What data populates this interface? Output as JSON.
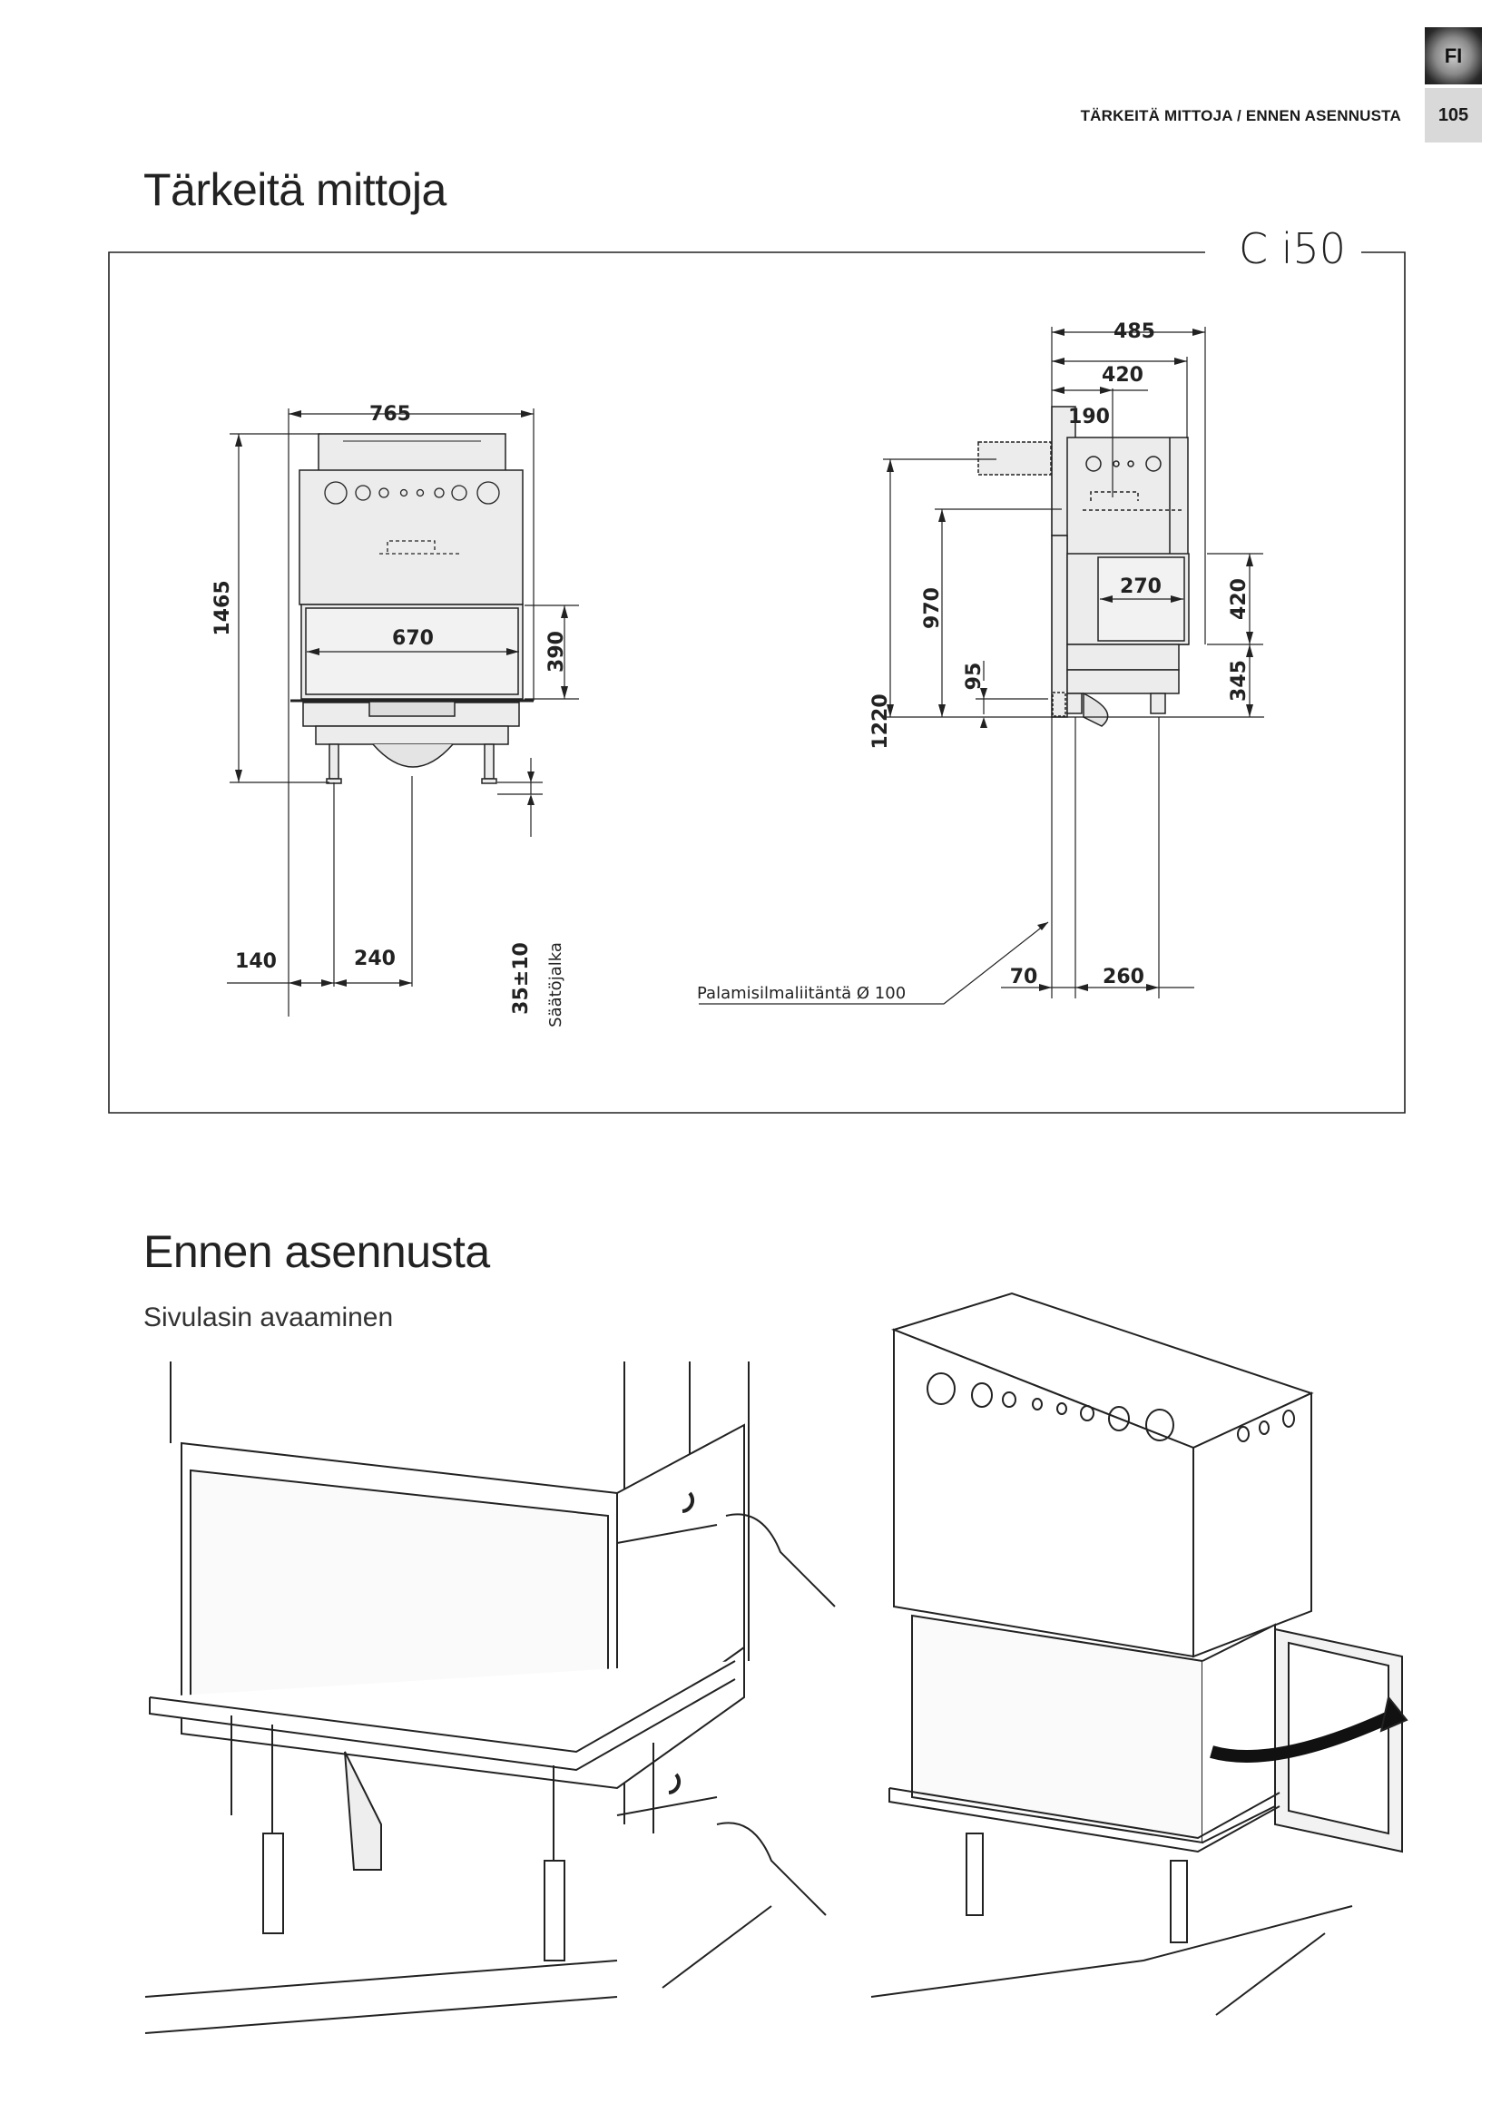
{
  "header": {
    "language_badge": "FI",
    "page_number": "105",
    "running_head": "TÄRKEITÄ MITTOJA / ENNEN ASENNUSTA"
  },
  "section_dimensions": {
    "title": "Tärkeitä mittoja",
    "model": "C i50",
    "front_view": {
      "width_total": "765",
      "height_total": "1465",
      "glass_width": "670",
      "glass_height": "390",
      "leg_offset": "140",
      "leg_to_center": "240",
      "adjustable_foot": "35±10",
      "adjustable_foot_label": "Säätöjalka"
    },
    "side_view": {
      "depth_total": "485",
      "depth_body": "420",
      "flue_offset": "190",
      "height_top_outlet": "1220",
      "height_flue": "970",
      "air_inlet_height": "95",
      "glass_width": "270",
      "glass_height": "420",
      "base_height": "345",
      "wall_to_leg": "70",
      "leg_spacing": "260",
      "air_inlet_label": "Palamisilmaliitäntä Ø 100"
    }
  },
  "section_install": {
    "title": "Ennen asennusta",
    "subtitle": "Sivulasin avaaminen"
  }
}
